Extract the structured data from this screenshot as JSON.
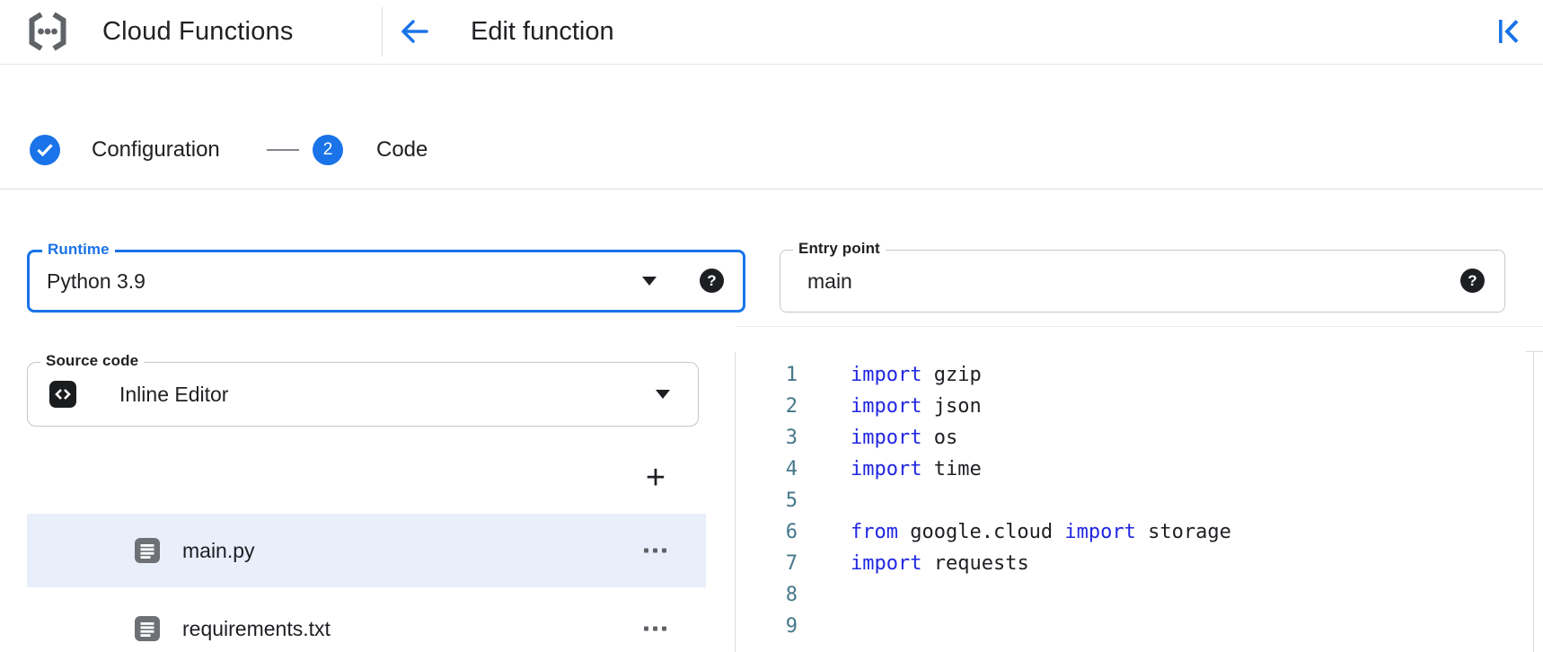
{
  "header": {
    "product_name": "Cloud Functions",
    "page_title": "Edit function"
  },
  "icons": {
    "logo": "cloud-functions-logo",
    "back": "arrow-left",
    "collapse": "collapse-panel-left",
    "help_glyph": "?",
    "dropdown": "caret-down",
    "file": "document",
    "more": "more-horizontal",
    "source": "code-brackets"
  },
  "stepper": {
    "steps": [
      {
        "label": "Configuration",
        "state": "completed",
        "icon": "check"
      },
      {
        "label": "Code",
        "state": "active",
        "number": "2"
      }
    ]
  },
  "form": {
    "runtime": {
      "label": "Runtime",
      "value": "Python 3.9",
      "focused": true
    },
    "entry_point": {
      "label": "Entry point",
      "value": "main"
    },
    "source_code": {
      "label": "Source code",
      "value": "Inline Editor"
    }
  },
  "file_browser": {
    "add_file_label": "+",
    "files": [
      {
        "name": "main.py",
        "selected": true
      },
      {
        "name": "requirements.txt",
        "selected": false
      }
    ]
  },
  "editor": {
    "language": "python",
    "lines": [
      {
        "n": "1",
        "tokens": [
          {
            "t": "kw",
            "v": "import"
          },
          {
            "t": "pl",
            "v": " gzip"
          }
        ]
      },
      {
        "n": "2",
        "tokens": [
          {
            "t": "kw",
            "v": "import"
          },
          {
            "t": "pl",
            "v": " json"
          }
        ]
      },
      {
        "n": "3",
        "tokens": [
          {
            "t": "kw",
            "v": "import"
          },
          {
            "t": "pl",
            "v": " os"
          }
        ]
      },
      {
        "n": "4",
        "tokens": [
          {
            "t": "kw",
            "v": "import"
          },
          {
            "t": "pl",
            "v": " time"
          }
        ]
      },
      {
        "n": "5",
        "tokens": []
      },
      {
        "n": "6",
        "tokens": [
          {
            "t": "kw",
            "v": "from"
          },
          {
            "t": "pl",
            "v": " google.cloud "
          },
          {
            "t": "kw",
            "v": "import"
          },
          {
            "t": "pl",
            "v": " storage"
          }
        ]
      },
      {
        "n": "7",
        "tokens": [
          {
            "t": "kw",
            "v": "import"
          },
          {
            "t": "pl",
            "v": " requests"
          }
        ]
      },
      {
        "n": "8",
        "tokens": []
      },
      {
        "n": "9",
        "tokens": []
      }
    ]
  },
  "colors": {
    "accent_blue": "#1a73e8",
    "keyword_blue": "#2126e0",
    "line_number_teal": "#45788a",
    "selected_row_bg": "#e8eefa",
    "icon_gray": "#5f6368",
    "divider_gray": "#dadce0",
    "text_dark": "#202124"
  }
}
